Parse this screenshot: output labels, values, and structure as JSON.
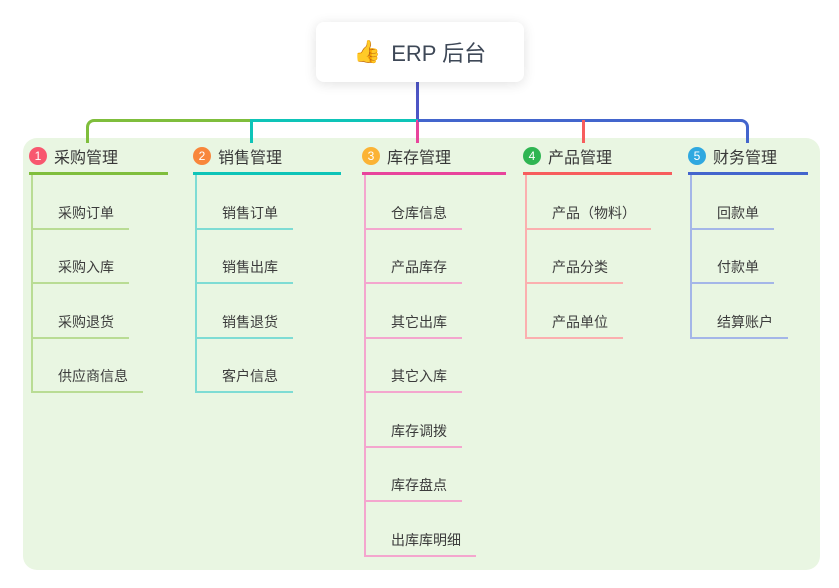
{
  "root": {
    "icon": "👍",
    "label": "ERP 后台"
  },
  "branches": [
    {
      "num": "1",
      "label": "采购管理",
      "colors": {
        "badge": "#f8576f",
        "line": "#7fbe3c",
        "child_line": "#b9dc94"
      },
      "children": [
        "采购订单",
        "采购入库",
        "采购退货",
        "供应商信息"
      ]
    },
    {
      "num": "2",
      "label": "销售管理",
      "colors": {
        "badge": "#f8863b",
        "line": "#0ec4b8",
        "child_line": "#7edcd4"
      },
      "children": [
        "销售订单",
        "销售出库",
        "销售退货",
        "客户信息"
      ]
    },
    {
      "num": "3",
      "label": "库存管理",
      "colors": {
        "badge": "#fbb335",
        "line": "#e8449c",
        "child_line": "#f4a6ce"
      },
      "children": [
        "仓库信息",
        "产品库存",
        "其它出库",
        "其它入库",
        "库存调拨",
        "库存盘点",
        "出库库明细"
      ]
    },
    {
      "num": "4",
      "label": "产品管理",
      "colors": {
        "badge": "#2fb552",
        "line": "#f75d5d",
        "child_line": "#fbafaf"
      },
      "children": [
        "产品（物料）",
        "产品分类",
        "产品单位"
      ]
    },
    {
      "num": "5",
      "label": "财务管理",
      "colors": {
        "badge": "#2fa8e0",
        "line": "#4365cd",
        "child_line": "#a4b6e8"
      },
      "children": [
        "回款单",
        "付款单",
        "结算账户"
      ]
    }
  ]
}
